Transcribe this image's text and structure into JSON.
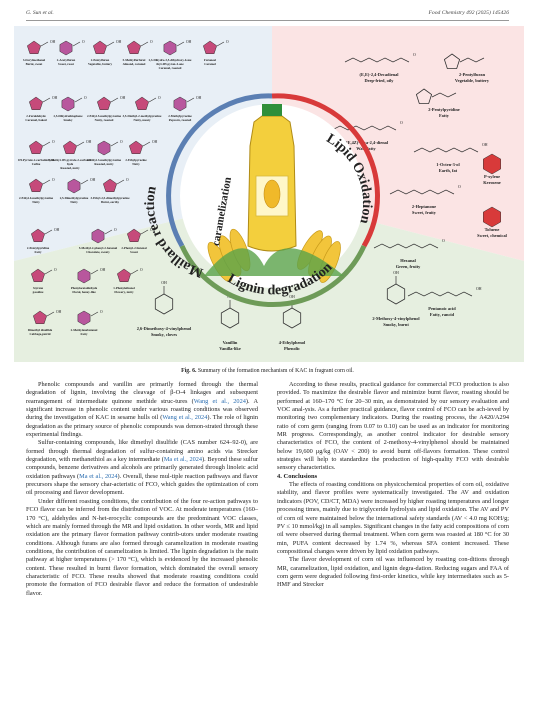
{
  "header": {
    "left": "G. Sun et al.",
    "right": "Food Chemistry 492 (2025) 145426"
  },
  "figure": {
    "caption_label": "Fig. 6.",
    "caption_text": "Summary of the formation mechanism of KAC in fragrant corn oil.",
    "pathways": {
      "maillard": "Maillard reaction",
      "caramelization": "caramelization",
      "lipid": "Lipid Oxidation",
      "lignin": "Lignin degradation"
    },
    "maillard_compounds": [
      {
        "name": "3-Furylmethanol",
        "desc": "Burnt, sweet"
      },
      {
        "name": "2-Acetylfuran",
        "desc": "Sweet, roast"
      },
      {
        "name": "2-Pentylfuran",
        "desc": "Vegetable, buttery"
      },
      {
        "name": "5-Methylfurfural",
        "desc": "Almond, caramel"
      },
      {
        "name": "2,3-Dihydro-3,5-dihydroxy-6-methyl-4H-pyran-4-one",
        "desc": "Caramel, roasted"
      },
      {
        "name": "Furaneol",
        "desc": "Caramel"
      },
      {
        "name": "2-Furaldehyde",
        "desc": "Caramel, baked"
      },
      {
        "name": "2,5-Dihydrothiophene",
        "desc": "Smoky"
      },
      {
        "name": "2-Ethyl-5-methylpyrazine",
        "desc": "Nutty, roasted"
      },
      {
        "name": "3,5-Diethyl-2-methylpyrazine",
        "desc": "Nutty, meaty"
      },
      {
        "name": "2-Methylpyrazine",
        "desc": "Popcorn, roasted"
      },
      {
        "name": "1H-Pyrrole-2-carbaldehyde",
        "desc": "Coffee"
      },
      {
        "name": "1-Methyl-1H-pyrrole-2-carbaldehyde",
        "desc": "Roasted, nutty"
      },
      {
        "name": "2-Ethyl-3-methylpyrazine",
        "desc": "Roasted, nutty"
      },
      {
        "name": "2-Ethylpyrazine",
        "desc": "Nutty"
      },
      {
        "name": "2-Ethyl-6-methylpyrazine",
        "desc": "Nutty"
      },
      {
        "name": "2,5-Dimethylpyrazine",
        "desc": "Nutty"
      },
      {
        "name": "3-Ethyl-2,5-dimethylpyrazine",
        "desc": "Burnt, earthy"
      },
      {
        "name": "2-Pentylpyridine",
        "desc": "Fatty"
      },
      {
        "name": "5-Methyl-2-phenyl-2-hexenal",
        "desc": "Chocolate, sweety"
      },
      {
        "name": "2-Phenyl-2-butenal",
        "desc": "Sweet"
      },
      {
        "name": "Styrene",
        "desc": "gasoline"
      },
      {
        "name": "Phenylacetaldehyde",
        "desc": "Floral, honey-like"
      },
      {
        "name": "1-Phenylethanol",
        "desc": "Flowery, nutty"
      },
      {
        "name": "Dimethyl disulfide",
        "desc": "Cabbage,putrid"
      },
      {
        "name": "2-Methylenebutanal",
        "desc": "Fatty"
      }
    ],
    "lipid_compounds": [
      {
        "name": "(E,E)-2,4-Decadienal",
        "desc": "Deep-fried, oily"
      },
      {
        "name": "2-Pentylfuran",
        "desc": "Vegetable, buttery"
      },
      {
        "name": "2-Pentylpyridine",
        "desc": "Fatty"
      },
      {
        "name": "(2E,4Z)-deca-2,4-dienal",
        "desc": "Wax, fatty"
      },
      {
        "name": "1-Octen-3-ol",
        "desc": "Earth, fat"
      },
      {
        "name": "P-xylene",
        "desc": "Kerosene"
      },
      {
        "name": "2-Heptanone",
        "desc": "Sweet, fruity"
      },
      {
        "name": "Toluene",
        "desc": "Sweet, chemical"
      },
      {
        "name": "Hexanal",
        "desc": "Green, fruity"
      },
      {
        "name": "Pentanoic acid",
        "desc": "Fatty, rancid"
      }
    ],
    "lignin_compounds": [
      {
        "name": "2,6-Dimethoxy-4-vinylphenol",
        "desc": "Smoky, cloves"
      },
      {
        "name": "Vanillin",
        "desc": "Vanilla-like"
      },
      {
        "name": "4-Ethylphenol",
        "desc": "Phenolic"
      },
      {
        "name": "2-Methoxy-4-vinylphenol",
        "desc": "Smoky, burnt"
      }
    ],
    "atom_labels": {
      "oh": "OH",
      "o": "O",
      "s": "S",
      "n": "N",
      "ho": "HO",
      "sh": "S"
    }
  },
  "left_column": {
    "p1": [
      "Phenolic compounds and vanillin are primarily formed through the thermal degradation of lignin, involving the cleavage of β-O-4 linkages and subsequent rearrangement of intermediate quinone methide struc-tures (",
      "Wang et al., 2024",
      "). A significant increase in phenolic content under various roasting conditions was observed during the investigation of KAC in sesame hulls oil (",
      "Wang et al., 2024",
      "). The role of lignin degradation as the primary source of phenolic compounds was demon-strated through these experimental findings."
    ],
    "p2": [
      "Sulfur-containing compounds, like dimethyl disulfide (CAS number 624–92-0), are formed through thermal degradation of sulfur-containing amino acids via Strecker degradation, with methanethiol as a key intermediate (",
      "Ma et al., 2024",
      "). Beyond these sulfur compounds, benzene derivatives and alcohols are primarily generated through linoleic acid oxidation pathways (",
      "Ma et al., 2024",
      "). Overall, these mul-tiple reaction pathways and flavor precursors shape the sensory char-acteristic of FCO, which guides the optimization of corn oil processing and flavor development."
    ],
    "p3": "Under different roasting conditions, the contribution of the four re-action pathways to FCO flavor can be inferred from the distribution of VOC. At moderate temperatures (160–170 °C), aldehydes and N-het-erocyclic compounds are the predominant VOC classes, which are mainly formed through the MR and lipid oxidation. In other words, MR and lipid oxidation are the primary flavor formation pathway contrib-utors under moderate roasting conditions. Although furans are also formed through caramelization in moderate roasting conditions, the contribution of caramelization is limited. The lignin degradation is the main pathway at higher temperatures (> 170 °C), which is evidenced by the increased phenolic content. These resulted in burnt flavor formation, which dominated the overall sensory characteristic of FCO. These results showed that moderate roasting conditions could promote the formation of FCO desirable flavor and reduce the formation of undesirable flavor."
  },
  "right_column": {
    "p1": "According to these results, practical guidance for commercial FCO production is also provided. To maximize the desirable flavor and minimize burnt flavor, roasting should be performed at 160–170 °C for 20–30 min, as demonstrated by our sensory evaluation and VOC anal-ysis. As a further practical guidance, flavor control of FCO can be ach-ieved by monitoring two complementary indicators. During the roasting process, the A420/A294 ratio of corn germ (ranging from 0.07 to 0.10) can be used as an indicator for monitoring MR progress. Correspondingly, as another control indicator for desirable sensory characteristics of FCO, the content of 2-methoxy-4-vinylphenol should be maintained below 19,600 μg/kg (OAV < 200) to avoid burnt off-flavors formation. These control strategies will help to standardize the production of high-quality FCO with desirable sensory characteristics.",
    "section_title": "4. Conclusions",
    "p2": "The effects of roasting conditions on physicochemical properties of corn oil, oxidative stability, and flavor profiles were systematically investigated. The AV and oxidation indicators (POV, CD/CT, MDA) were increased by higher roasting temperatures and longer processing times, mainly due to triglyceride hydrolysis and lipid oxidation. The AV and PV of corn oil were maintained below the international safety standards (AV < 4.0 mg KOH/g; PV ≤ 10 mmol/kg) in all samples. Significant changes in the fatty acid compositions of corn oil were observed during thermal treatment. When corn germ was roasted at 180 °C for 30 min, PUFA content decreased by 1.74 %, whereas SFA content increased. These compositional changes were driven by lipid oxidation pathways.",
    "p3": "The flavor development of corn oil was influenced by roasting con-ditions through MR, caramelization, lipid oxidation, and lignin degra-dation. Reducing sugars and FAA of corn germ were degraded following first-order kinetics, while key intermediates such as 5-HMF and Strecker"
  },
  "colors": {
    "maillard_bg": "#dce6f2",
    "lipid_bg": "#fbe4e4",
    "lignin_bg": "#e6efe0",
    "ring_blue": "#5b7fb3",
    "ring_red": "#d83a3a",
    "ring_green": "#6e9b58",
    "hex_fill": "#b8579d",
    "furan_fill": "#c64a7a",
    "oil_yellow": "#f3cf3d",
    "cite": "#2a6db0"
  }
}
